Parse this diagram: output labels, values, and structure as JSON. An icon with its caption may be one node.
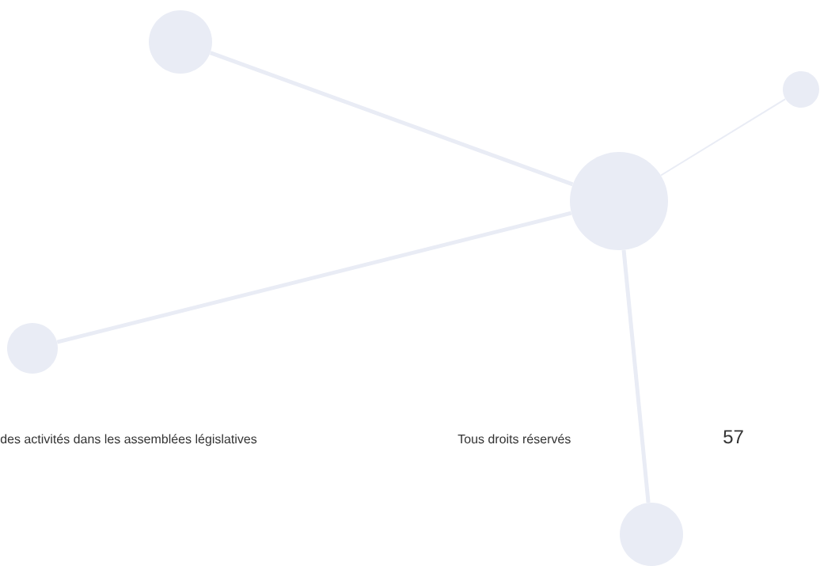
{
  "diagram": {
    "nodes": [
      {
        "text": [],
        "shape": "circle"
      },
      {
        "text": [],
        "shape": "circle"
      },
      {
        "text": [],
        "shape": "circle"
      },
      {
        "text": [],
        "shape": "circle"
      },
      {
        "text": [],
        "shape": "circle"
      }
    ],
    "edges": [
      {
        "from": 2,
        "to": 0,
        "arrow": "none"
      },
      {
        "from": 2,
        "to": 1,
        "arrow": "none"
      },
      {
        "from": 2,
        "to": 3,
        "arrow": "none"
      },
      {
        "from": 2,
        "to": 4,
        "arrow": "none"
      }
    ],
    "labels": [
      "des activités dans les assemblées législatives",
      "Tous droits réservés",
      "57"
    ]
  }
}
